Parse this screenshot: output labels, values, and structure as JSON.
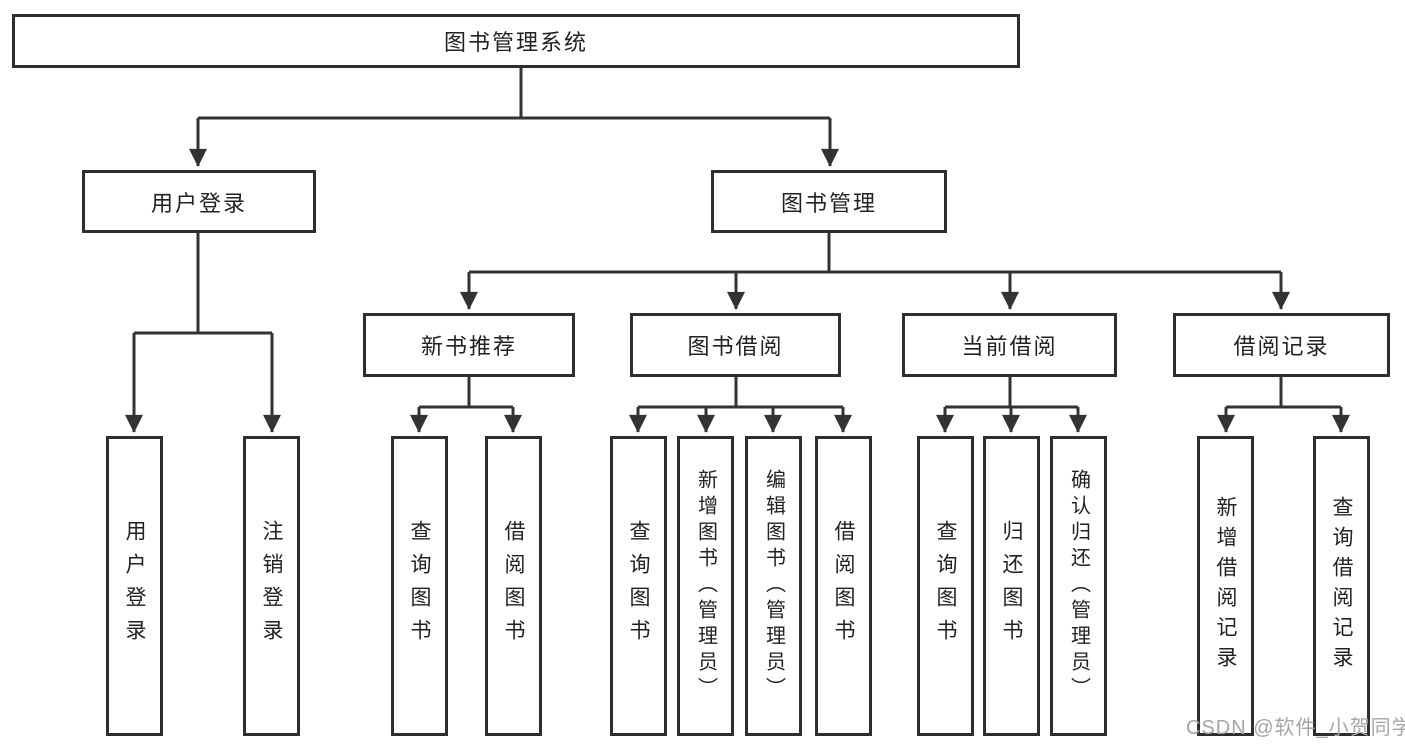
{
  "colors": {
    "line": "#333333",
    "box_border": "#2e2e2e",
    "box_background": "#ffffff",
    "text": "#222222",
    "watermark": "#a6a6a6"
  },
  "watermark": {
    "text": "CSDN @软件_小贺同学"
  },
  "tree": {
    "root": {
      "label": "图书管理系统"
    },
    "children": [
      {
        "label": "用户登录",
        "children": [
          {
            "label": "用户登录"
          },
          {
            "label": "注销登录"
          }
        ]
      },
      {
        "label": "图书管理",
        "children": [
          {
            "label": "新书推荐",
            "children": [
              {
                "label": "查询图书"
              },
              {
                "label": "借阅图书"
              }
            ]
          },
          {
            "label": "图书借阅",
            "children": [
              {
                "label": "查询图书"
              },
              {
                "label": "新增图书（管理员）"
              },
              {
                "label": "编辑图书（管理员）"
              },
              {
                "label": "借阅图书"
              }
            ]
          },
          {
            "label": "当前借阅",
            "children": [
              {
                "label": "查询图书"
              },
              {
                "label": "归还图书"
              },
              {
                "label": "确认归还（管理员）"
              }
            ]
          },
          {
            "label": "借阅记录",
            "children": [
              {
                "label": "新增借阅记录"
              },
              {
                "label": "查询借阅记录"
              }
            ]
          }
        ]
      }
    ]
  }
}
